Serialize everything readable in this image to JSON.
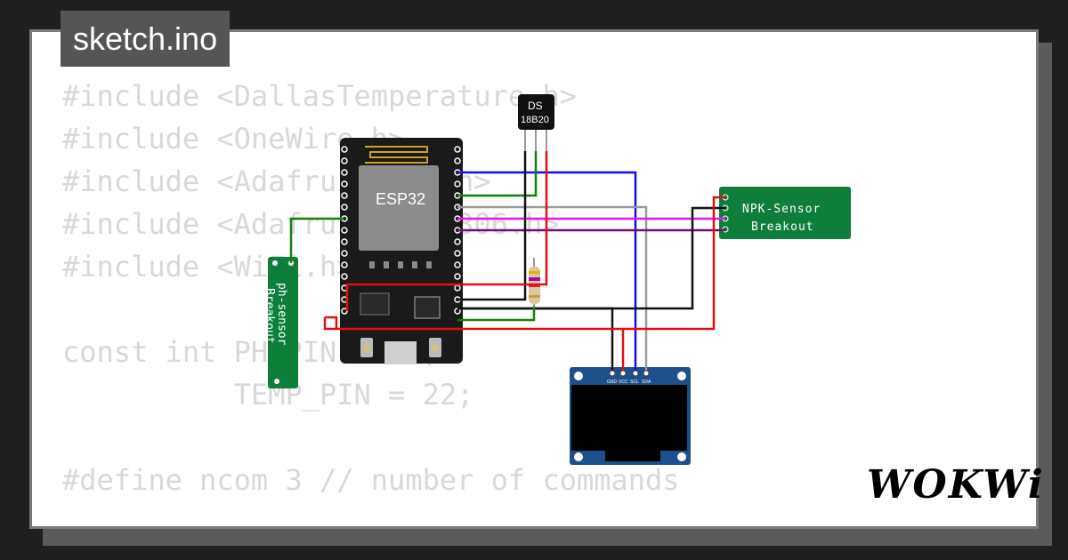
{
  "file_tab": "sketch.ino",
  "code_lines": [
    "",
    "#include <DallasTemperature.h>",
    "#include <OneWire.h>",
    "#include <Adafruit_GFX.h>",
    "#include <Adafruit_SSD1306.h>",
    "#include <WiFi.h>",
    "",
    "const int PH_PIN = 32,",
    "          TEMP_PIN = 22;",
    "",
    "#define ncom 3 // number of commands"
  ],
  "components": {
    "esp32": "ESP32",
    "ds18b20_line1": "DS",
    "ds18b20_line2": "18B20",
    "npk_line1": "NPK-Sensor",
    "npk_line2": "Breakout",
    "ph_line1": "ph-sensor",
    "ph_line2": "Breakout",
    "oled_pins": [
      "GND",
      "VCC",
      "SCL",
      "SDA"
    ]
  },
  "brand": "WOKWi",
  "colors": {
    "background": "#1f1f1f",
    "card": "#ffffff",
    "pcb_green": "#0e7f3b",
    "esp_board": "#1a1a1a",
    "oled_blue": "#1d4f8c",
    "wire_red": "#e01010",
    "wire_black": "#111111",
    "wire_blue": "#1010e0",
    "wire_green": "#108010",
    "wire_gray": "#9a9a9a",
    "wire_magenta": "#ee10ee",
    "wire_purple": "#701070"
  }
}
